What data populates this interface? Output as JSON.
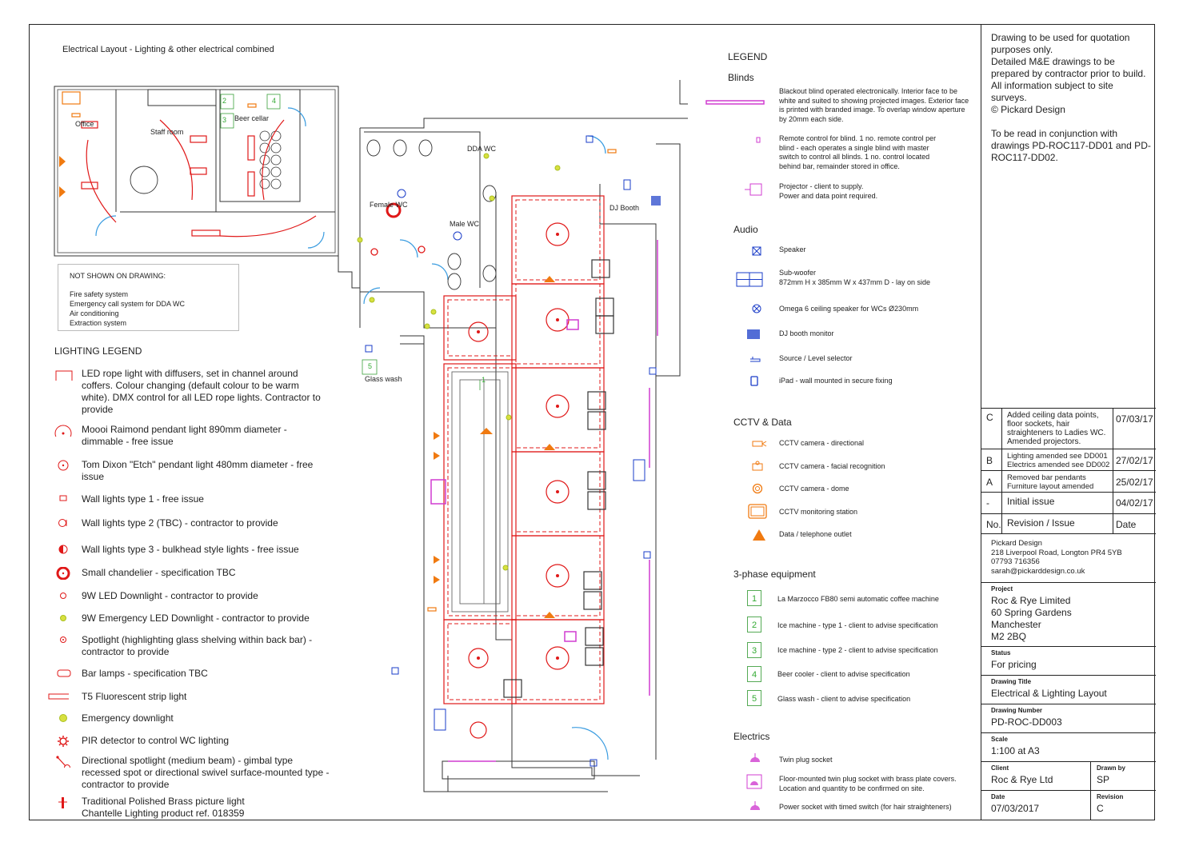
{
  "drawing_header": "Electrical Layout - Lighting & other electrical combined",
  "plan_labels": {
    "office": "Office",
    "staff_room": "Staff room",
    "beer_cellar": "Beer cellar",
    "dda_wc": "DDA WC",
    "female_wc": "Female WC",
    "male_wc": "Male WC",
    "dj_booth": "DJ Booth",
    "glass_wash": "Glass wash",
    "num_2": "2",
    "num_3": "3",
    "num_4": "4",
    "num_5": "5",
    "num_1": "1"
  },
  "not_shown": {
    "title": "NOT SHOWN ON DRAWING:",
    "items": [
      "Fire safety system",
      "Emergency call system for DDA WC",
      "Air conditioning",
      "Extraction system"
    ]
  },
  "lighting_legend": {
    "title": "LIGHTING LEGEND",
    "items": [
      "LED rope light with diffusers, set in channel around coffers. Colour changing (default colour to be warm white). DMX control for all LED rope lights. Contractor to provide",
      "Moooi Raimond pendant light 890mm diameter - dimmable - free issue",
      "Tom Dixon \"Etch\" pendant light 480mm diameter - free issue",
      "Wall lights type 1 - free issue",
      "Wall lights type 2 (TBC) - contractor to provide",
      "Wall lights type 3 - bulkhead style lights - free issue",
      "Small chandelier - specification TBC",
      "9W LED Downlight - contractor to provide",
      "9W Emergency LED Downlight - contractor to provide",
      "Spotlight (highlighting glass shelving within back bar) - contractor to provide",
      "Bar lamps - specification TBC",
      "T5 Fluorescent strip light",
      "Emergency downlight",
      "PIR detector to control WC lighting",
      "Directional spotlight (medium beam) - gimbal type recessed spot or directional swivel surface-mounted type - contractor to provide",
      "Traditional Polished Brass picture light\nChantelle Lighting product ref. 018359"
    ]
  },
  "legend": {
    "title": "LEGEND",
    "blinds": {
      "title": "Blinds",
      "items": [
        "Blackout blind operated electronically. Interior face to be white and suited to showing projected images. Exterior face is printed with branded image. To overlap window aperture by 20mm each side.",
        "Remote control for blind. 1 no. remote control per blind - each operates a single blind with master switch to control all blinds. 1 no. control located behind bar, remainder stored in office.",
        "Projector - client to supply.\nPower and data point required."
      ]
    },
    "audio": {
      "title": "Audio",
      "items": [
        "Speaker",
        "Sub-woofer\n872mm H x 385mm W x 437mm D - lay on side",
        "Omega 6 ceiling speaker for WCs Ø230mm",
        "DJ booth monitor",
        "Source / Level selector",
        "iPad - wall mounted in secure fixing"
      ]
    },
    "cctv": {
      "title": "CCTV & Data",
      "items": [
        "CCTV camera - directional",
        "CCTV camera - facial recognition",
        "CCTV camera - dome",
        "CCTV monitoring station",
        "Data / telephone outlet"
      ]
    },
    "three_phase": {
      "title": "3-phase equipment",
      "items": [
        {
          "num": "1",
          "text": "La Marzocco FB80 semi automatic coffee machine"
        },
        {
          "num": "2",
          "text": "Ice machine - type 1 - client to advise specification"
        },
        {
          "num": "3",
          "text": "Ice machine - type 2 - client to advise specification"
        },
        {
          "num": "4",
          "text": "Beer cooler - client to advise specification"
        },
        {
          "num": "5",
          "text": "Glass wash - client to advise specification"
        }
      ]
    },
    "electrics": {
      "title": "Electrics",
      "items": [
        "Twin plug socket",
        "Floor-mounted twin plug socket with brass plate covers.\nLocation and quantity to be confirmed on site.",
        "Power socket with timed switch (for hair straighteners)"
      ]
    }
  },
  "title_block": {
    "notes": "Drawing to be used for quotation purposes only.\nDetailed M&E drawings to be prepared by contractor prior to build.\nAll information subject to site surveys.\n© Pickard Design\n\nTo be read in conjunction with drawings PD-ROC117-DD01 and PD-ROC117-DD02.",
    "revisions": [
      {
        "rev": "C",
        "desc": "Added ceiling data points, floor sockets, hair straighteners to Ladies WC. Amended projectors.",
        "date": "07/03/17"
      },
      {
        "rev": "B",
        "desc": "Lighting amended see DD001\nElectrics amended see DD002",
        "date": "27/02/17"
      },
      {
        "rev": "A",
        "desc": "Removed bar pendants\nFurniture layout amended",
        "date": "25/02/17"
      },
      {
        "rev": "-",
        "desc": "Initial issue",
        "date": "04/02/17"
      }
    ],
    "rev_header": {
      "no": "No.",
      "desc": "Revision / Issue",
      "date": "Date"
    },
    "designer": "Pickard Design\n218 Liverpool Road, Longton PR4 5YB\n07793 716356\nsarah@pickarddesign.co.uk",
    "project_label": "Project",
    "project": "Roc & Rye Limited\n60 Spring Gardens\nManchester\nM2 2BQ",
    "status_label": "Status",
    "status": "For pricing",
    "title_label": "Drawing Title",
    "title": "Electrical & Lighting Layout",
    "number_label": "Drawing Number",
    "number": "PD-ROC-DD003",
    "scale_label": "Scale",
    "scale": "1:100 at A3",
    "client_label": "Client",
    "client": "Roc & Rye Ltd",
    "drawn_label": "Drawn  by",
    "drawn": "SP",
    "date_label": "Date",
    "date": "07/03/2017",
    "revision_label": "Revision",
    "revision": "C"
  },
  "colors": {
    "red": "#e01818",
    "magenta": "#d03cd0",
    "blue": "#1a3cc8",
    "orange": "#f07a10",
    "green": "#3aa03a",
    "sky": "#3a9ce0"
  }
}
